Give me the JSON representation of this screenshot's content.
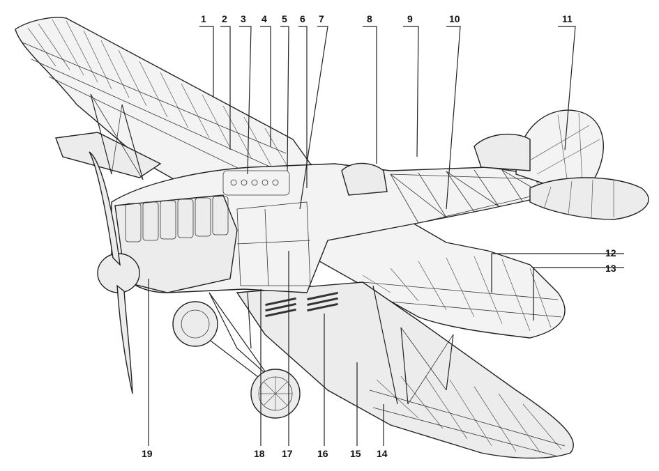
{
  "callouts": {
    "top": [
      "1",
      "2",
      "3",
      "4",
      "5",
      "6",
      "7",
      "8",
      "9",
      "10",
      "11"
    ],
    "right": [
      "12",
      "13"
    ],
    "bottom": [
      "19",
      "18",
      "17",
      "16",
      "15",
      "14"
    ]
  }
}
